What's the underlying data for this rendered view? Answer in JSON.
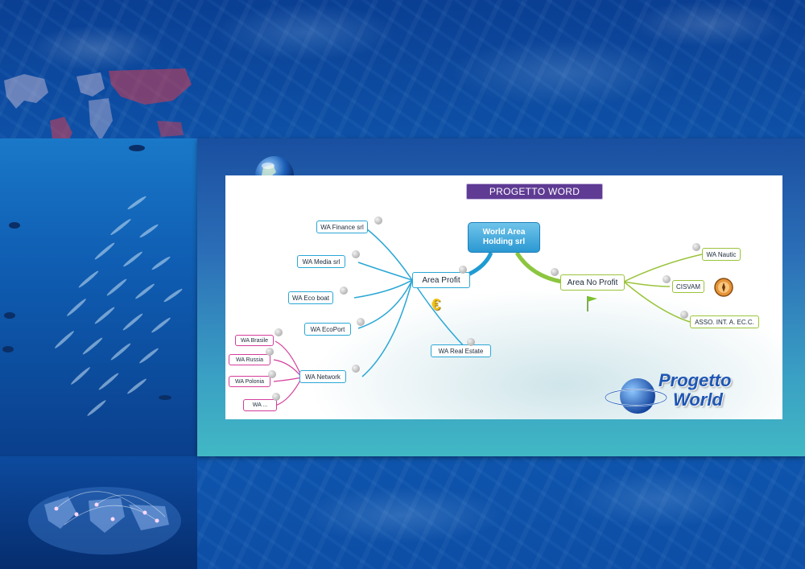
{
  "diagram": {
    "title": "PROGETTO WORD",
    "root": {
      "label_line1": "World Area",
      "label_line2": "Holding srl"
    },
    "left_hub": "Area Profit",
    "right_hub": "Area No Profit",
    "profit_children": [
      "WA Finance srl",
      "WA Media srl",
      "WA Eco boat",
      "WA EcoPort",
      "WA Network",
      "WA Real Estate"
    ],
    "network_children": [
      "WA Brasile",
      "WA Russia",
      "WA Polonia",
      "WA ..."
    ],
    "no_profit_children": [
      "WA Nautic",
      "CISVAM",
      "ASSO. INT. A. EC.C."
    ],
    "currency_symbol": "€"
  },
  "logo": {
    "line1": "Progetto",
    "line2": "World"
  },
  "colors": {
    "title_badge": "#5f3b93",
    "profit_branch": "#2aa7d6",
    "network_branch": "#d43d9b",
    "no_profit_branch": "#9ac43a"
  },
  "icons": [
    "globe-icon",
    "euro-icon",
    "flag-icon",
    "compass-icon",
    "world-map",
    "fish-school",
    "earth-network"
  ]
}
